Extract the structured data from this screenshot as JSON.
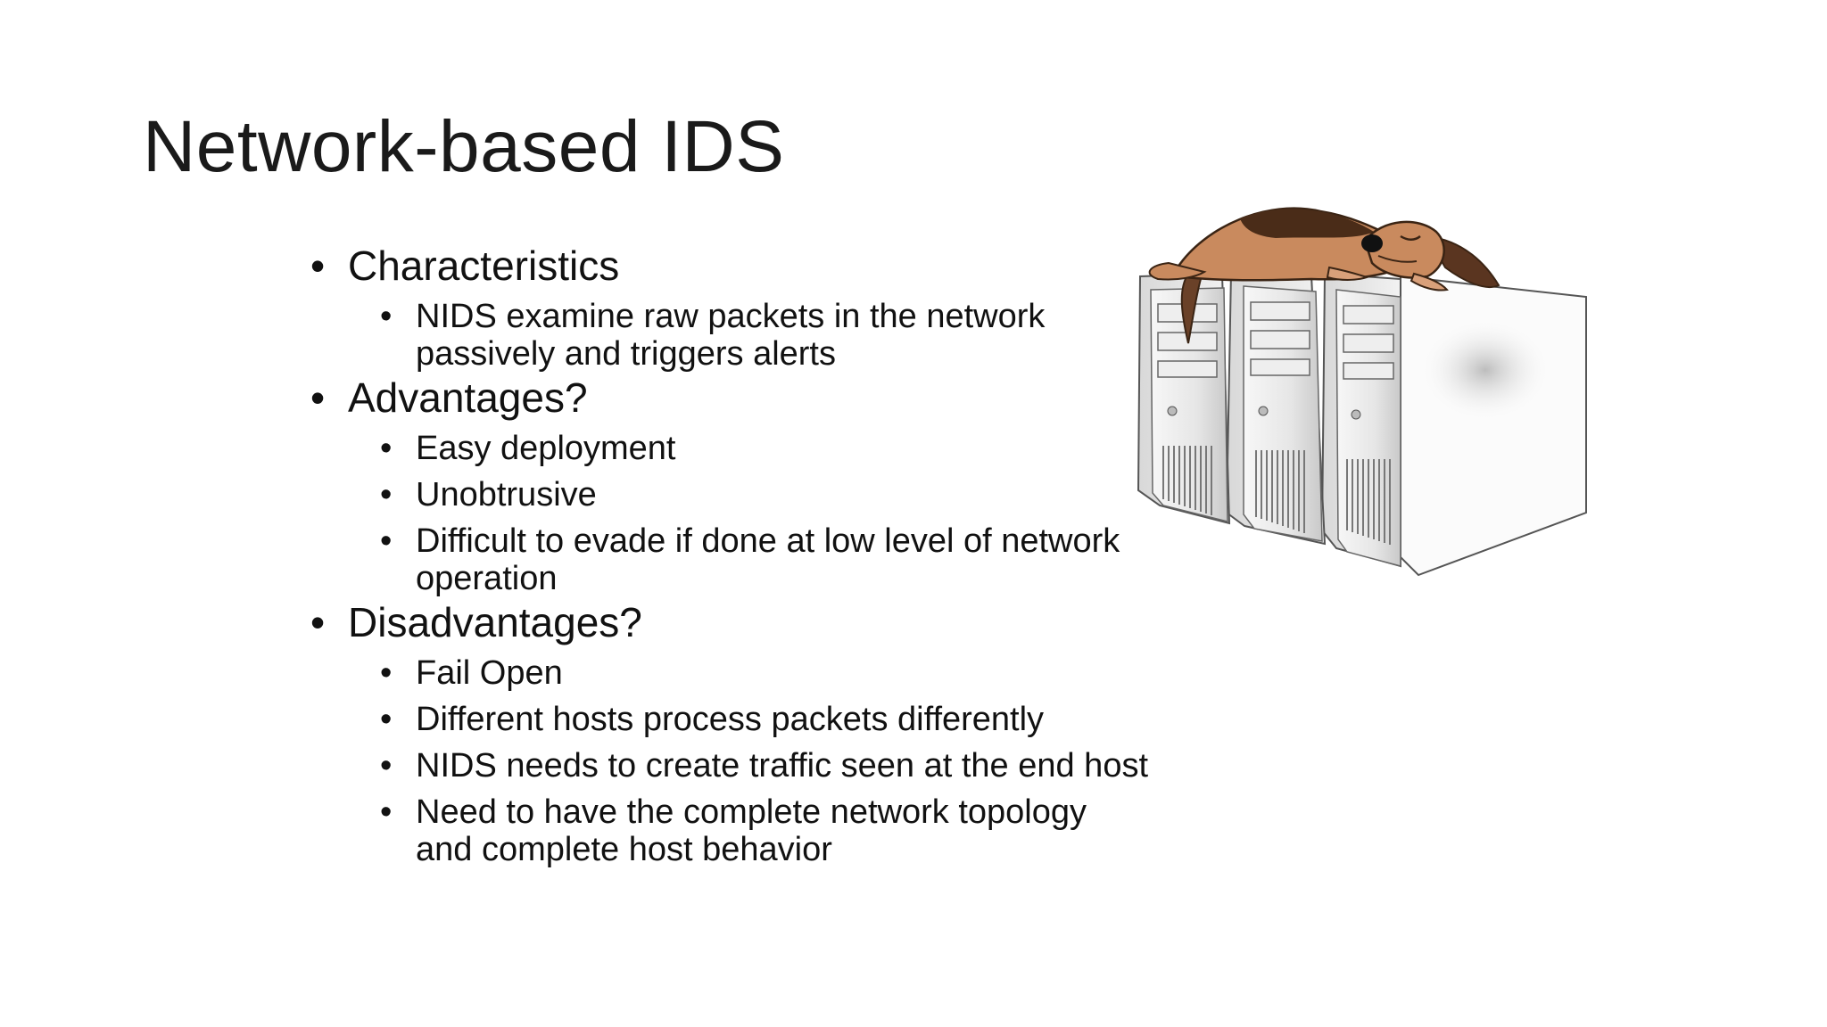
{
  "slide": {
    "title": "Network-based IDS",
    "sections": [
      {
        "heading": "Characteristics",
        "items": [
          "NIDS examine raw packets in the network passively and triggers alerts"
        ]
      },
      {
        "heading": "Advantages?",
        "items": [
          "Easy deployment",
          "Unobtrusive",
          "Difficult to evade if done at low level of network operation"
        ]
      },
      {
        "heading": "Disadvantages?",
        "items": [
          "Fail Open",
          "Different hosts process packets differently",
          "NIDS needs to create traffic seen at the end host",
          "Need to have the complete network topology and complete host behavior"
        ]
      }
    ],
    "bullet_glyph": "•",
    "illustration": "sleeping-dog-on-servers-image"
  }
}
